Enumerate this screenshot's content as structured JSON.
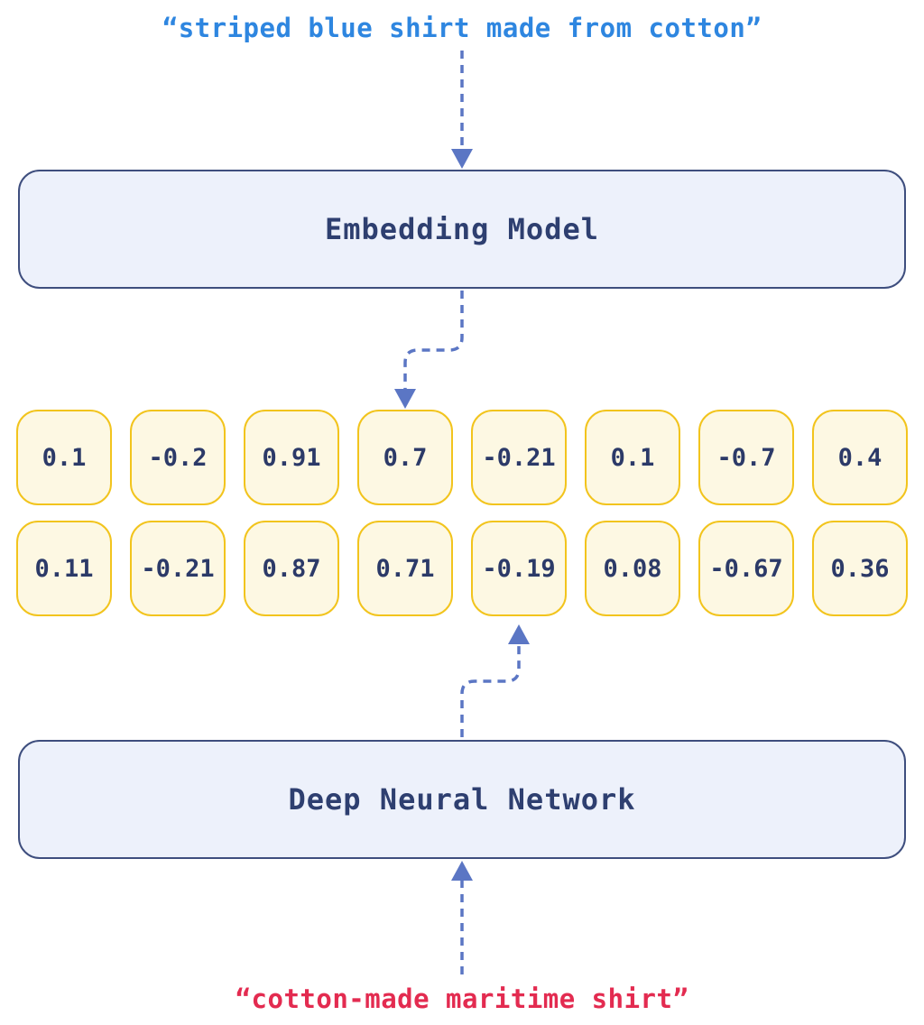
{
  "colors": {
    "text_blue": "#2e86e0",
    "text_red": "#e32b50",
    "arrow": "#5b76c4",
    "box_fill": "#edf1fb",
    "box_border": "#3e4e7e",
    "box_text": "#2e3f70",
    "cell_fill": "#fdf8e3",
    "cell_border": "#f2c41d",
    "cell_text": "#2c3a68"
  },
  "top_query": {
    "text": "“striped blue shirt made from cotton”"
  },
  "embedding_model": {
    "label": "Embedding Model"
  },
  "deep_neural_network": {
    "label": "Deep Neural Network"
  },
  "vectors": {
    "row1": [
      "0.1",
      "-0.2",
      "0.91",
      "0.7",
      "-0.21",
      "0.1",
      "-0.7",
      "0.4"
    ],
    "row2": [
      "0.11",
      "-0.21",
      "0.87",
      "0.71",
      "-0.19",
      "0.08",
      "-0.67",
      "0.36"
    ]
  },
  "bottom_query": {
    "text": "“cotton-made maritime shirt”"
  }
}
